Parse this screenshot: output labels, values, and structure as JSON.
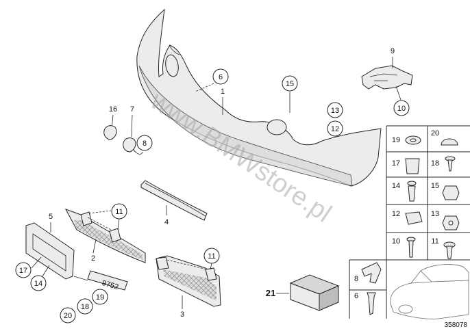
{
  "diagram": {
    "watermark": "www.BMWstore.pl",
    "drawing_number": "358078",
    "callouts": {
      "c6": "6",
      "c15": "15",
      "c13": "13",
      "c12": "12",
      "c10": "10",
      "c8": "8",
      "c11a": "11",
      "c11b": "11",
      "c17": "17",
      "c14": "14",
      "c19": "19",
      "c18": "18",
      "c20": "20"
    },
    "labels": {
      "l1": "1",
      "l2": "2",
      "l3": "3",
      "l4": "4",
      "l5": "5",
      "l7": "7",
      "l9": "9",
      "l16": "16",
      "l21": "21",
      "l6b": "6",
      "l8b": "8"
    },
    "plate_text": "9752",
    "grid_labels": [
      "19",
      "20",
      "17",
      "18",
      "14",
      "15",
      "12",
      "13",
      "10",
      "11"
    ]
  }
}
